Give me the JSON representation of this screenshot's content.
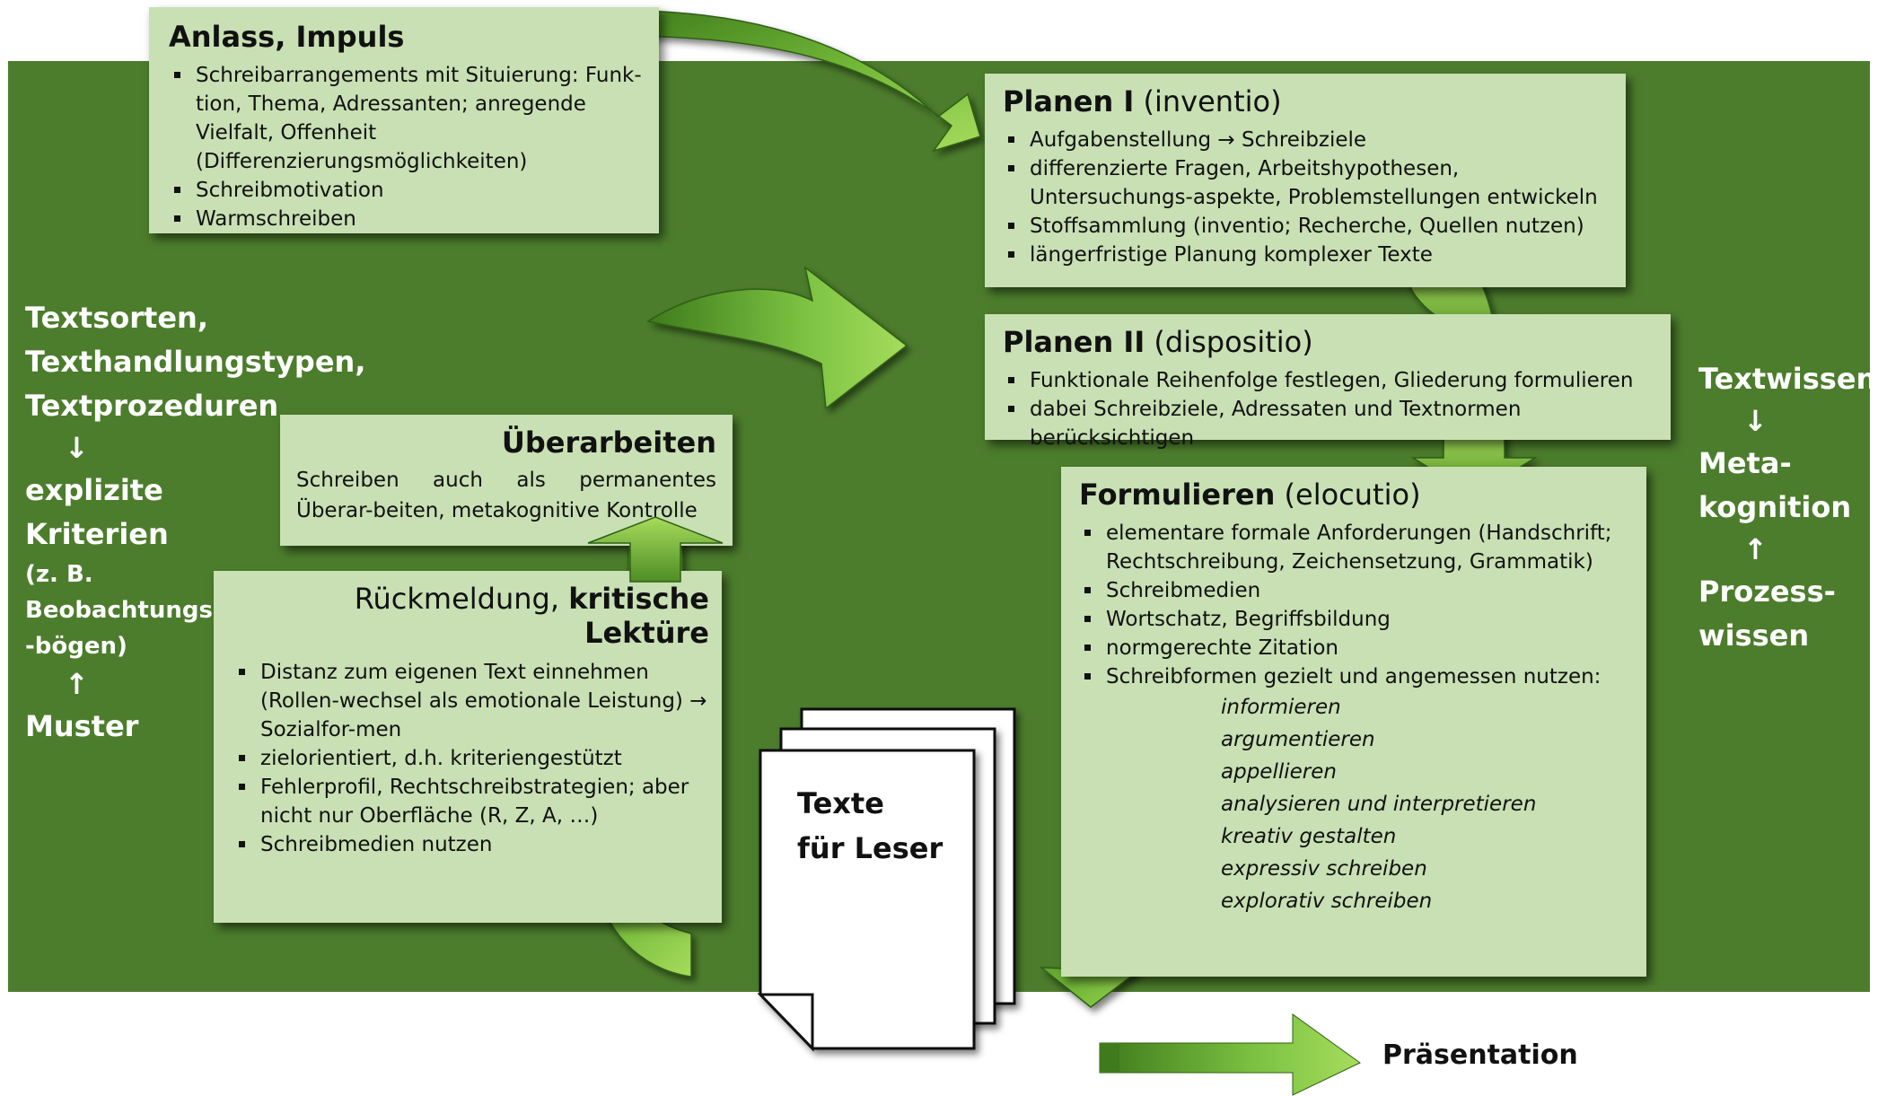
{
  "anlass": {
    "title": "Anlass, Impuls",
    "items": [
      "Schreibarrangements mit Situierung: Funk-tion, Thema, Adressanten; anregende Vielfalt, Offenheit (Differenzierungsmöglichkeiten)",
      "Schreibmotivation",
      "Warmschreiben"
    ]
  },
  "planen1": {
    "title_bold": "Planen I",
    "title_rest": " (inventio)",
    "items": [
      "Aufgabenstellung → Schreibziele",
      "differenzierte Fragen, Arbeitshypothesen, Untersuchungs-aspekte, Problemstellungen entwickeln",
      "Stoffsammlung (inventio; Recherche, Quellen nutzen)",
      "längerfristige Planung komplexer Texte"
    ]
  },
  "planen2": {
    "title_bold": "Planen II",
    "title_rest": " (dispositio)",
    "items": [
      "Funktionale Reihenfolge festlegen, Gliederung formulieren",
      "dabei Schreibziele, Adressaten und Textnormen berücksichtigen"
    ]
  },
  "formulieren": {
    "title_bold": "Formulieren",
    "title_rest": " (elocutio)",
    "items": [
      "elementare formale Anforderungen (Handschrift; Rechtschreibung, Zeichensetzung, Grammatik)",
      "Schreibmedien",
      "Wortschatz, Begriffsbildung",
      "normgerechte Zitation",
      "Schreibformen gezielt und angemessen nutzen:"
    ],
    "forms": [
      "informieren",
      "argumentieren",
      "appellieren",
      "analysieren und interpretieren",
      "kreativ gestalten",
      "expressiv schreiben",
      "explorativ schreiben"
    ]
  },
  "ueberarbeiten": {
    "title": "Überarbeiten",
    "text": "Schreiben auch als permanentes Überar-beiten, metakognitive Kontrolle"
  },
  "rueckmeldung": {
    "title_rest": "Rückmeldung, ",
    "title_bold": "kritische Lektüre",
    "items": [
      "Distanz zum eigenen Text einnehmen (Rollen-wechsel als emotionale Leistung) → Sozialfor-men",
      "zielorientiert, d.h. kriteriengestützt",
      "Fehlerprofil, Rechtschreibstrategien; aber nicht nur Oberfläche (R, Z, A, …)",
      "Schreibmedien nutzen"
    ]
  },
  "texte": {
    "line1": "Texte",
    "line2": "für Leser"
  },
  "left_side": {
    "line1": "Textsorten,",
    "line2": "Texthandlungstypen,",
    "line3": "Textprozeduren",
    "arrow_down": "↓",
    "line4": "explizite",
    "line5": "Kriterien",
    "line6": "(z. B.",
    "line7": "Beobachtungs",
    "line8": "-bögen)",
    "arrow_up": "↑",
    "line9": "Muster"
  },
  "right_side": {
    "line1": "Textwissen",
    "arrow_down": "↓",
    "line2": "Meta-",
    "line3": "kognition",
    "arrow_up": "↑",
    "line4": "Prozess-",
    "line5": "wissen"
  },
  "praesentation": "Präsentation",
  "colors": {
    "background": "#4c7d2c",
    "box": "#c8e0b3",
    "arrow": "#7cc242"
  }
}
